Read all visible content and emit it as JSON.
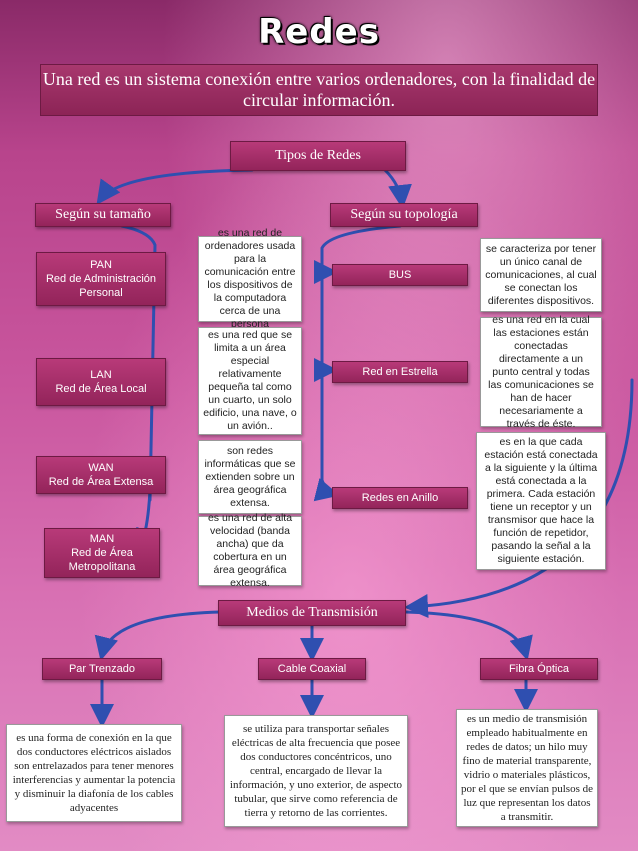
{
  "title": "Redes",
  "definition": "Una red es un sistema conexión entre varios ordenadores, con la finalidad de circular información.",
  "tipos": {
    "label": "Tipos de Redes",
    "tamano": {
      "label": "Según su tamaño",
      "items": [
        {
          "abbr": "PAN",
          "name": "Red de Administración Personal",
          "desc": "es una red de ordenadores usada para la comunicación entre los dispositivos de la computadora cerca de una persona"
        },
        {
          "abbr": "LAN",
          "name": "Red de Área Local",
          "desc": "es una red que se limita a un área especial relativamente pequeña tal como un cuarto, un solo edificio, una nave, o un avión.."
        },
        {
          "abbr": "WAN",
          "name": "Red de Área Extensa",
          "desc": "son redes informáticas que se extienden sobre un área geográfica extensa."
        },
        {
          "abbr": "MAN",
          "name": "Red de Área Metropolitana",
          "desc": "es una red de alta velocidad (banda ancha) que da cobertura en un área geográfica extensa."
        }
      ]
    },
    "topologia": {
      "label": "Según su topología",
      "items": [
        {
          "name": "BUS",
          "desc": "se caracteriza por tener un único canal de comunicaciones, al cual se conectan los diferentes dispositivos."
        },
        {
          "name": "Red en Estrella",
          "desc": "es una red en la cual las estaciones están conectadas directamente a un punto central y todas las comunicaciones se han de hacer necesariamente a través de éste."
        },
        {
          "name": "Redes en Anillo",
          "desc": "es en la que cada estación está conectada a la siguiente y la última está conectada a la primera. Cada estación tiene un receptor y un transmisor que hace la función de repetidor, pasando la señal a la siguiente estación."
        }
      ]
    }
  },
  "medios": {
    "label": "Medios de Transmisión",
    "items": [
      {
        "name": "Par Trenzado",
        "desc": "es una forma de conexión en la que dos conductores eléctricos aislados son entrelazados para tener menores interferencias y aumentar la potencia y disminuir la diafonía de los cables adyacentes"
      },
      {
        "name": "Cable Coaxial",
        "desc": "se utiliza para transportar señales eléctricas de alta frecuencia que posee dos conductores concéntricos, uno central, encargado de llevar la información, y uno exterior, de aspecto tubular, que sirve como referencia de tierra y retorno de las corrientes."
      },
      {
        "name": "Fibra Óptica",
        "desc": "es un medio de transmisión empleado habitualmente en redes de datos; un hilo muy fino de material transparente, vidrio o materiales plásticos, por el que se envían pulsos de luz que representan los datos a transmitir."
      }
    ]
  },
  "colors": {
    "accent": "#93245a",
    "connector": "#2f4fb0"
  }
}
